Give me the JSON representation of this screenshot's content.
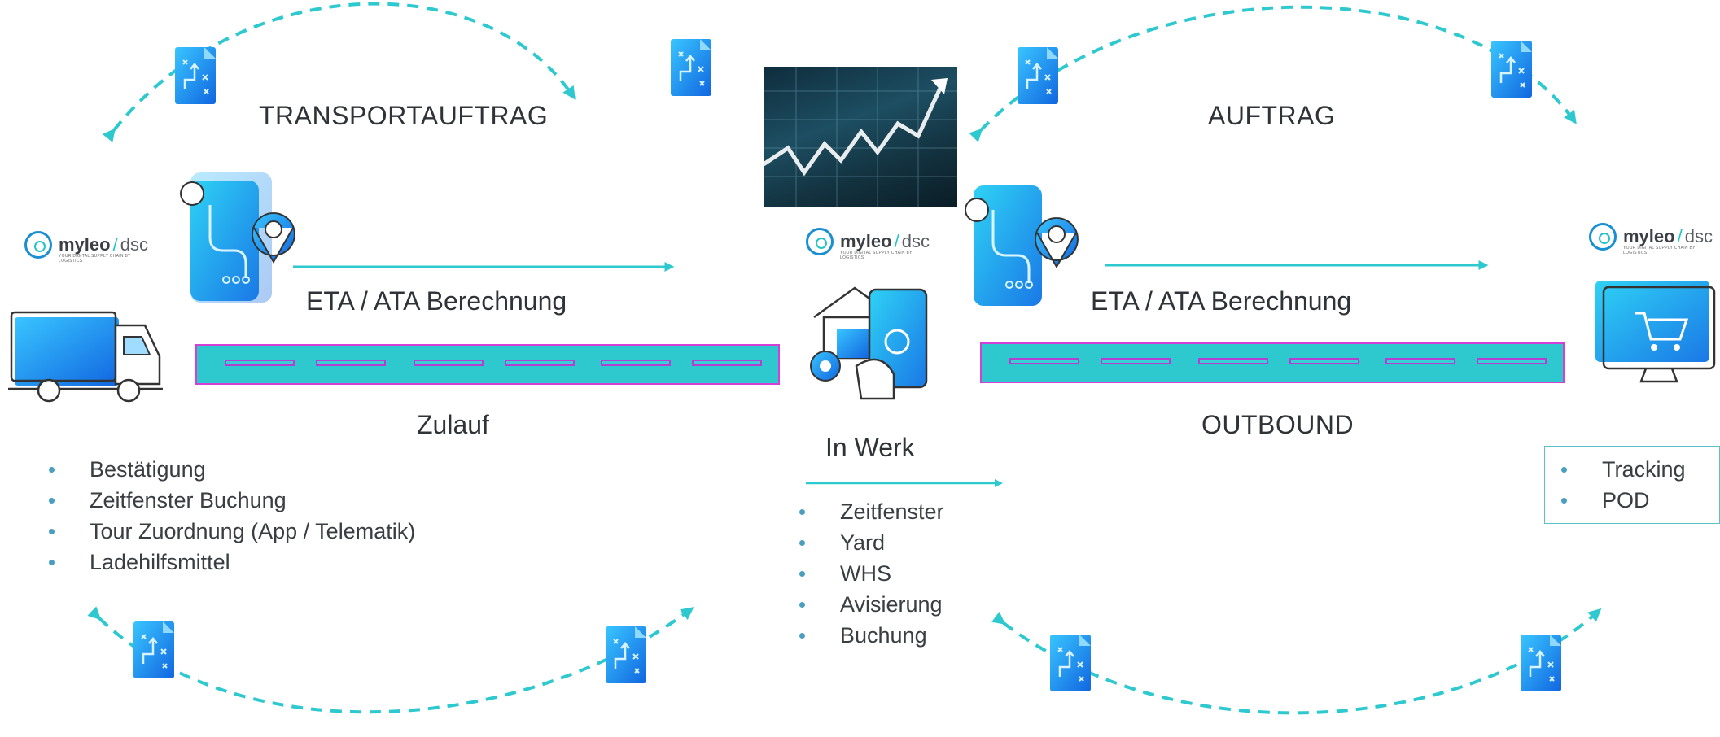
{
  "diagram": {
    "left_top_label": "TRANSPORTAUFTRAG",
    "right_top_label": "AUFTRAG",
    "left_eta_label": "ETA / ATA Berechnung",
    "right_eta_label": "ETA / ATA Berechnung",
    "left_section_label": "Zulauf",
    "right_section_label": "OUTBOUND",
    "center_label": "In Werk",
    "left_items": [
      "Bestätigung",
      "Zeitfenster Buchung",
      "Tour Zuordnung  (App / Telematik)",
      "Ladehilfsmittel"
    ],
    "center_items": [
      "Zeitfenster",
      "Yard",
      "WHS",
      "Avisierung",
      "Buchung"
    ],
    "right_items": [
      "Tracking",
      "POD"
    ]
  },
  "logo": {
    "brand": "myleo",
    "slash": "/",
    "suffix": "dsc",
    "tagline": "YOUR DIGITAL SUPPLY CHAIN BY LOGISTICS"
  },
  "colors": {
    "arc": "#2ec9cf",
    "road": "#2ec9cf",
    "road_border": "#d43fd6",
    "arrow": "#2ec9cf",
    "icon_blue": "#1e8fe6",
    "text": "#2f3237"
  },
  "icons": [
    "document-icon",
    "stock-chart-image",
    "phone-location-icon",
    "truck-icon",
    "warehouse-phone-icon",
    "computer-cart-icon"
  ]
}
